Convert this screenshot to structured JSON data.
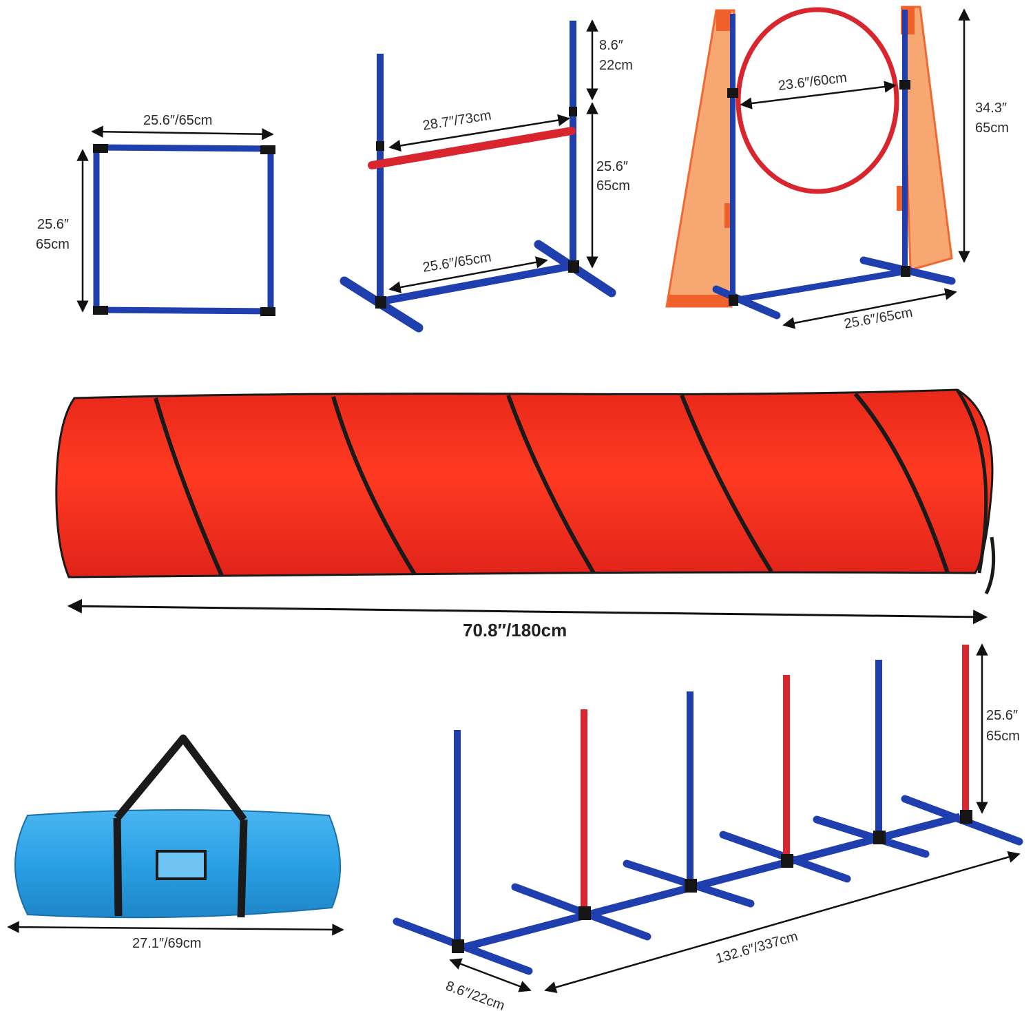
{
  "colors": {
    "pole_blue": "#1f3fae",
    "pole_red": "#d9262e",
    "tunnel_red": "#f5301e",
    "tunnel_band": "#1a1a1a",
    "flag_orange": "#f7a36a",
    "flag_border": "#f0602a",
    "bag_blue": "#2ea3e6",
    "connector_black": "#151515",
    "dimension_line": "#111111"
  },
  "items": {
    "square_frame": {
      "width_label": "25.6″/65cm",
      "height_label_in": "25.6″",
      "height_label_cm": "65cm"
    },
    "hurdle_jump": {
      "top_label_in": "8.6″",
      "top_label_cm": "22cm",
      "bar_label": "28.7″/73cm",
      "height_label_in": "25.6″",
      "height_label_cm": "65cm",
      "base_label": "25.6″/65cm"
    },
    "tire_hoop": {
      "hoop_label": "23.6″/60cm",
      "height_label_in": "34.3″",
      "height_label_cm": "65cm",
      "base_label": "25.6″/65cm"
    },
    "tunnel": {
      "length_label": "70.8″/180cm"
    },
    "carry_bag": {
      "length_label": "27.1″/69cm"
    },
    "weave_poles": {
      "height_label_in": "25.6″",
      "height_label_cm": "65cm",
      "length_label": "132.6″/337cm",
      "foot_label": "8.6″/22cm"
    }
  }
}
